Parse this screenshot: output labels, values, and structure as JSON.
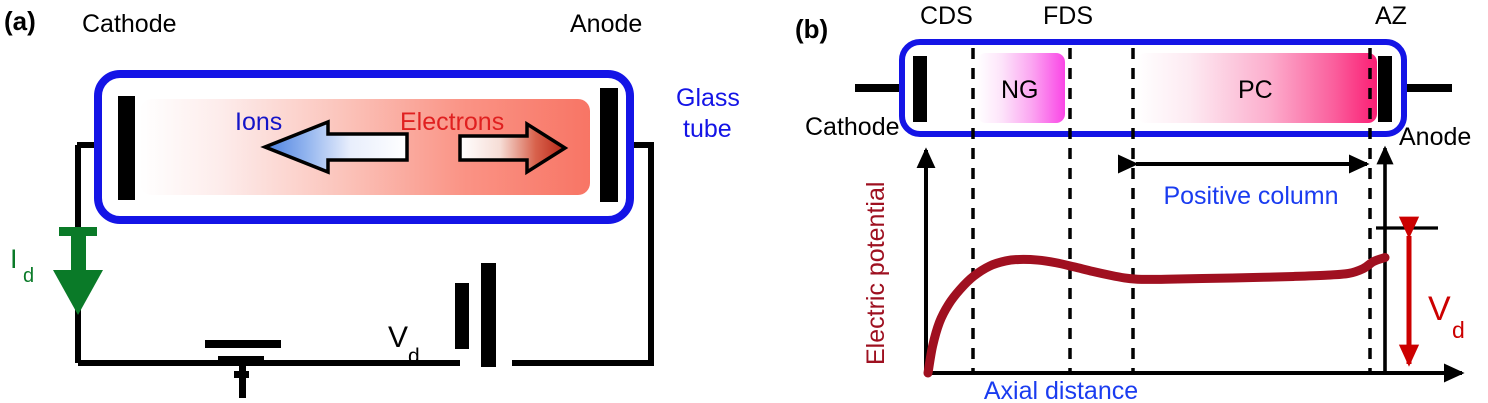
{
  "figure": {
    "panels": [
      {
        "id": "a",
        "label": "(a)",
        "title_left": "Cathode",
        "title_right": "Anode",
        "glass_tube_label_line1": "Glass",
        "glass_tube_label_line2": "tube",
        "ions_label": "Ions",
        "electrons_label": "Electrons",
        "current_label": "I",
        "current_sub": "d",
        "voltage_label": "V",
        "voltage_sub": "d",
        "colors": {
          "tube_stroke": "#1414e6",
          "ions_text": "#1414c8",
          "electrons_text": "#e02020",
          "current_arrow": "#0a7a28",
          "wire": "#000000",
          "plasma_start": "#ffffff",
          "plasma_end": "#f87060"
        }
      },
      {
        "id": "b",
        "label": "(b)",
        "region_labels": [
          "CDS",
          "FDS",
          "AZ"
        ],
        "glow_regions": [
          {
            "name": "NG",
            "label": "NG",
            "start_color": "#ffffff",
            "end_color": "#fa46e6"
          },
          {
            "name": "PC",
            "label": "PC",
            "start_color": "#ffffff",
            "end_color": "#fa2878"
          }
        ],
        "electrode_left": "Cathode",
        "electrode_right": "Anode",
        "positive_column_label": "Positive  column",
        "voltage_label": "V",
        "voltage_sub": "d",
        "colors": {
          "tube_stroke": "#1414e6",
          "annotation_blue": "#1a3cf0",
          "curve": "#a01020",
          "axis": "#000000",
          "vd_arrow": "#cc0000",
          "electric_potential_text": "#9e1020"
        }
      }
    ]
  },
  "chart_data": {
    "type": "line",
    "title": "",
    "xlabel": "Axial distance",
    "ylabel": "Electric potential",
    "axis_start_label": "Cathode",
    "axis_end_label": "Anode",
    "grid": false,
    "legend": false,
    "xlim": [
      0,
      1
    ],
    "ylim": [
      0,
      1
    ],
    "series": [
      {
        "name": "Electric potential",
        "color": "#a01020",
        "x": [
          0.0,
          0.01,
          0.025,
          0.045,
          0.07,
          0.1,
          0.135,
          0.17,
          0.2,
          0.24,
          0.28,
          0.32,
          0.36,
          0.4,
          0.43,
          0.455,
          0.48,
          0.52,
          0.6,
          0.7,
          0.8,
          0.87,
          0.92,
          0.952,
          0.975,
          1.0
        ],
        "y": [
          0.0,
          0.18,
          0.34,
          0.46,
          0.56,
          0.65,
          0.718,
          0.752,
          0.762,
          0.758,
          0.74,
          0.712,
          0.682,
          0.655,
          0.638,
          0.63,
          0.628,
          0.629,
          0.634,
          0.64,
          0.648,
          0.656,
          0.668,
          0.7,
          0.748,
          0.775
        ]
      }
    ],
    "vertical_markers": [
      {
        "label": "CDS",
        "x": 0.102
      },
      {
        "label": "",
        "x": 0.313
      },
      {
        "label": "FDS",
        "x": 0.45
      },
      {
        "label": "AZ",
        "x": 0.967
      }
    ],
    "annotations": [
      {
        "text": "Positive  column",
        "type": "span-arrow",
        "x_start": 0.45,
        "x_end": 0.967,
        "color": "#1a3cf0"
      },
      {
        "text": "Vd",
        "type": "vertical-double-arrow",
        "value_from": 0.0,
        "value_to": 0.775,
        "color": "#cc0000"
      }
    ]
  }
}
